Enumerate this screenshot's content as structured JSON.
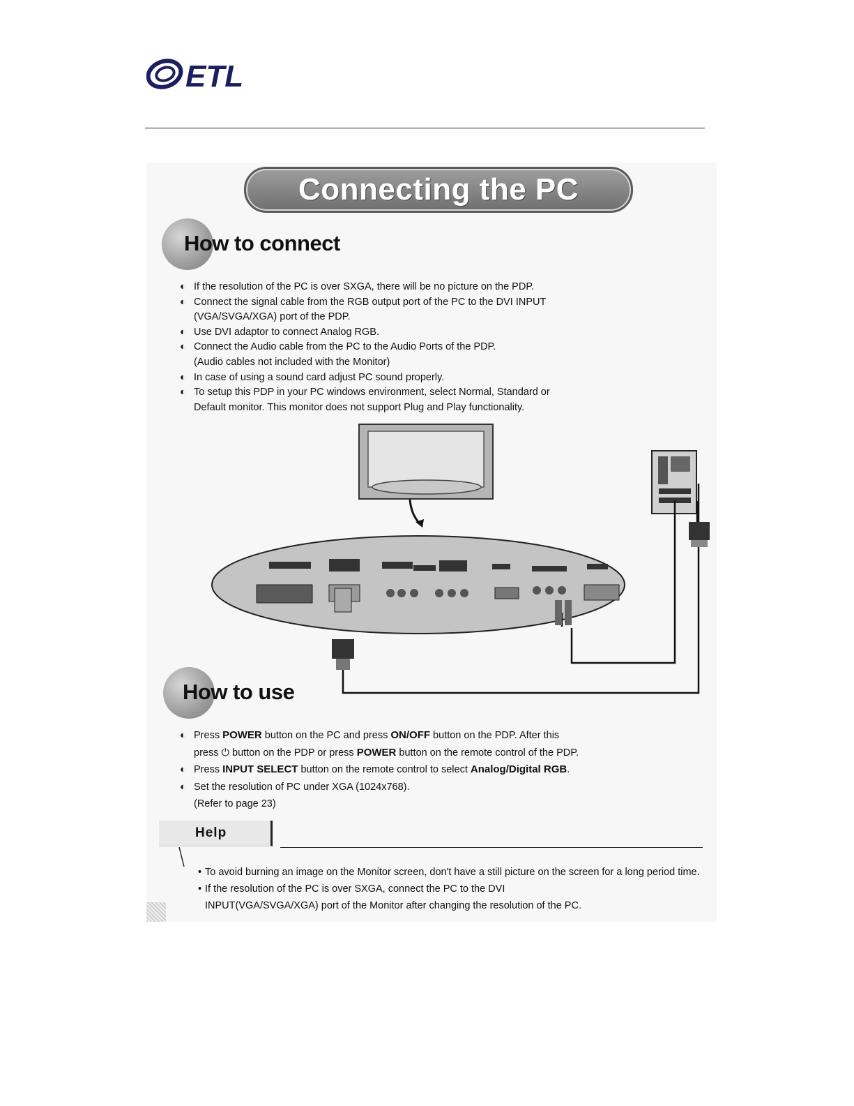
{
  "header": {
    "logo_text": "ETL"
  },
  "page": {
    "title": "Connecting the PC"
  },
  "how_to_connect": {
    "heading": "How to connect",
    "items": [
      {
        "lines": [
          "If the resolution of the PC is over SXGA, there will be no picture on the PDP."
        ]
      },
      {
        "lines": [
          "Connect the signal  cable from the  RGB output port of  the PC to  the DVI INPUT",
          "(VGA/SVGA/XGA) port of the PDP."
        ]
      },
      {
        "lines": [
          "Use DVI adaptor to  connect Analog RGB."
        ]
      },
      {
        "lines": [
          "Connect the  Audio cable from  the PC to the  Audio Ports of the PDP.",
          "(Audio cables not included with the Monitor)"
        ]
      },
      {
        "lines": [
          "In case of using a sound card adjust PC sound properly."
        ]
      },
      {
        "lines": [
          "To setup  this PDP  in your PC  windows environment,  select Normal, Standard or",
          "Default monitor. This monitor does not support Plug and Play functionality."
        ]
      }
    ]
  },
  "how_to_use": {
    "heading": "How to use",
    "item1": {
      "t1": "Press ",
      "b1": "POWER",
      "t2": " button on the PC and press ",
      "b2": "ON/OFF",
      "t3": " button on the  PDP. After this",
      "t4": "press  ",
      "icon": "⏻",
      "t5": "  button on the PDP or press ",
      "b3": "POWER",
      "t6": " button on the remote control of the PDP."
    },
    "item2": {
      "t1": "Press ",
      "b1": "INPUT SELECT",
      "t2": " button on the remote control to select ",
      "b2": "Analog/Digital RGB",
      "t3": "."
    },
    "item3": {
      "line1": "Set the resolution of PC under XGA (1024x768).",
      "line2": "(Refer to page 23)"
    }
  },
  "help": {
    "label": "Help",
    "notes": [
      [
        "To avoid burning an image on the Monitor screen, don't have a still picture on the screen for a long period time."
      ],
      [
        "If the resolution of the PC is over SXGA, connect the PC to the DVI",
        "INPUT(VGA/SVGA/XGA) port of the Monitor after changing the resolution of the PC."
      ]
    ]
  },
  "symbols": {
    "bullet": "◐",
    "note_dot": "•"
  },
  "colors": {
    "logo": "#1b1f5e",
    "title_pill": "#8a8a8a",
    "panel": "#f7f7f7"
  },
  "icons": [
    "etl-logo-icon",
    "power-icon",
    "plasma-display-icon",
    "pc-tower-icon",
    "cable-connector-icon"
  ]
}
